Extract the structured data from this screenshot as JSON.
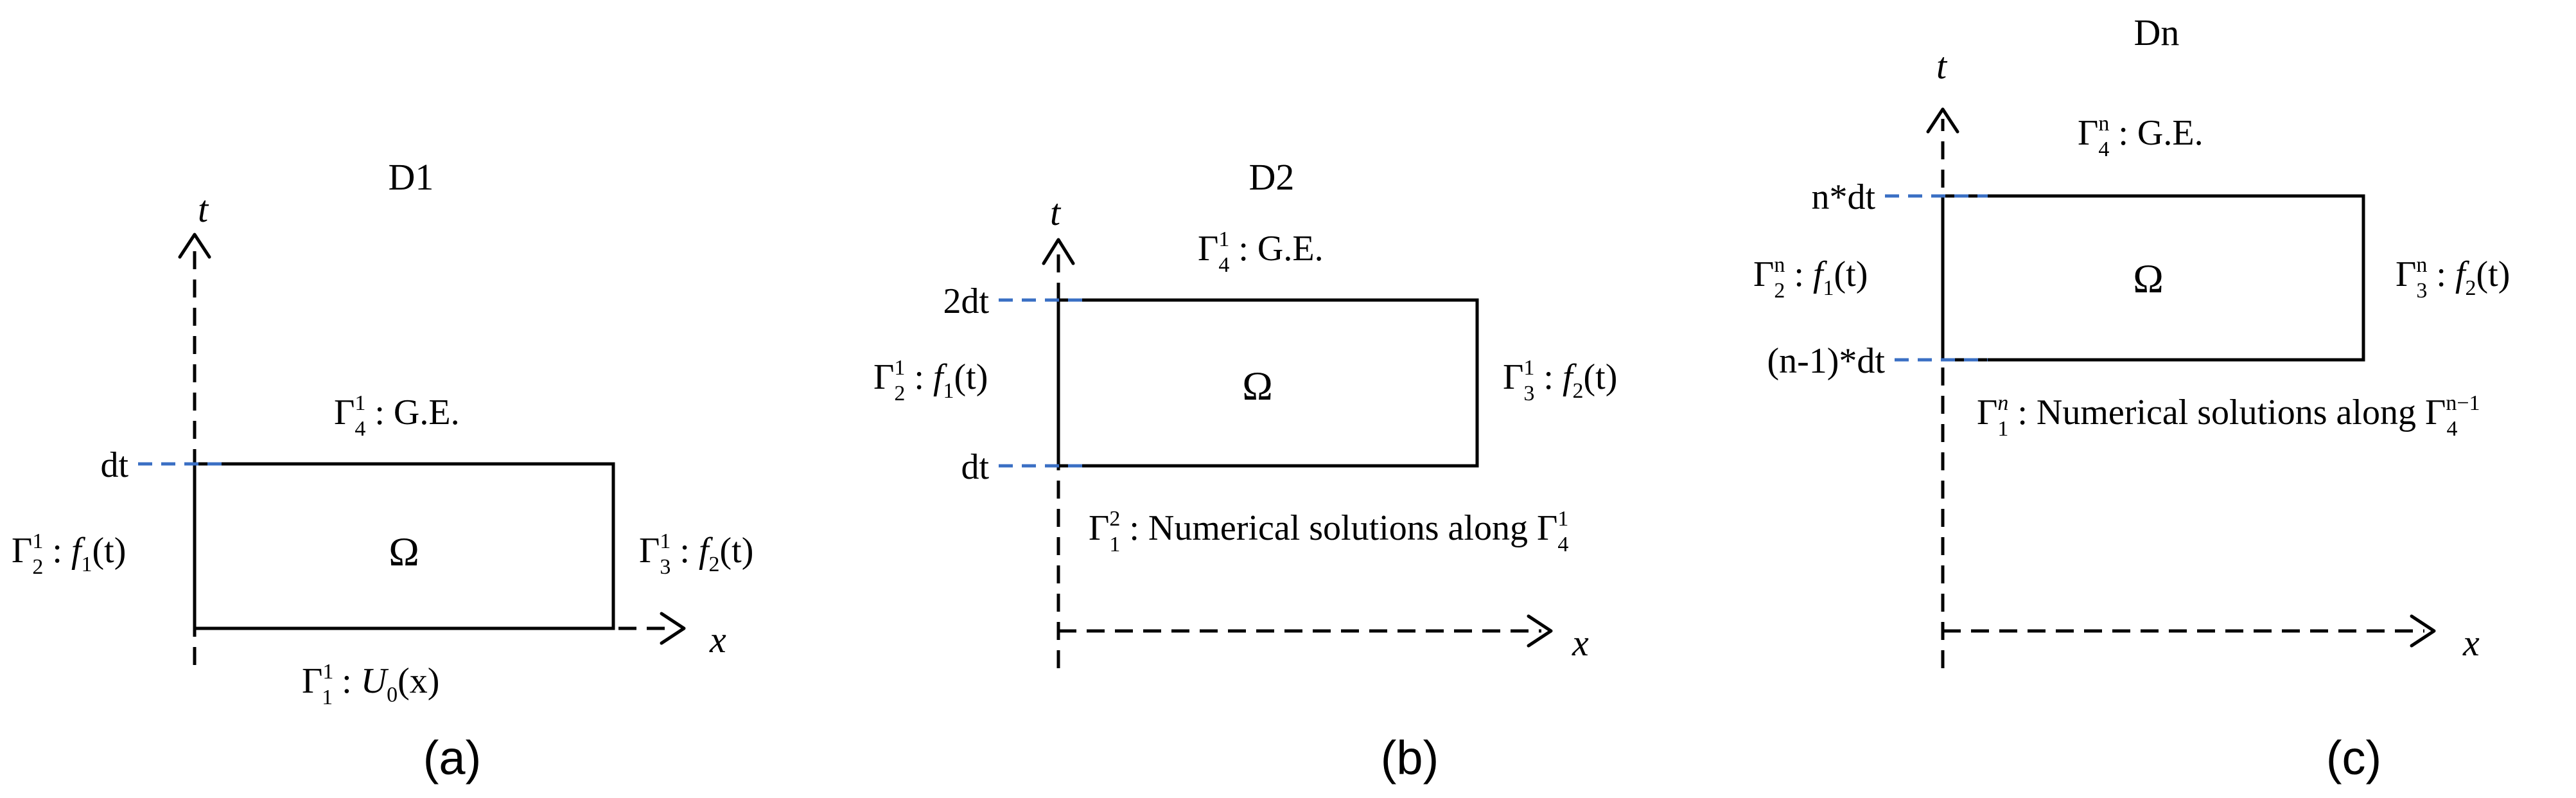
{
  "panels": [
    {
      "id": "a",
      "title": "D1",
      "panel_label": "(a)",
      "x_axis": "x",
      "t_axis": "t",
      "top_tick": "dt",
      "domain": "Ω",
      "gamma_top": {
        "sym": "Γ",
        "sup": "1",
        "sub": "4",
        "text": " : G.E."
      },
      "gamma_left": {
        "sym": "Γ",
        "sup": "1",
        "sub": "2",
        "text": " : ",
        "func": "f",
        "fsub": "1",
        "arg": "(t)"
      },
      "gamma_right": {
        "sym": "Γ",
        "sup": "1",
        "sub": "3",
        "text": " : ",
        "func": "f",
        "fsub": "2",
        "arg": "(t)"
      },
      "gamma_bottom": {
        "sym": "Γ",
        "sup": "1",
        "sub": "1",
        "text": " : ",
        "func": "U",
        "fsub": "0",
        "arg": "(x)"
      }
    },
    {
      "id": "b",
      "title": "D2",
      "panel_label": "(b)",
      "x_axis": "x",
      "t_axis": "t",
      "top_tick": "2dt",
      "bottom_tick": "dt",
      "domain": "Ω",
      "gamma_top": {
        "sym": "Γ",
        "sup": "1",
        "sub": "4",
        "text": " : G.E."
      },
      "gamma_left": {
        "sym": "Γ",
        "sup": "1",
        "sub": "2",
        "text": " : ",
        "func": "f",
        "fsub": "1",
        "arg": "(t)"
      },
      "gamma_right": {
        "sym": "Γ",
        "sup": "1",
        "sub": "3",
        "text": " : ",
        "func": "f",
        "fsub": "2",
        "arg": "(t)"
      },
      "gamma_bottom": {
        "sym": "Γ",
        "sup": "2",
        "sub": "1",
        "text": " : Numerical solutions along ",
        "sym2": "Γ",
        "sup2": "1",
        "sub2": "4"
      }
    },
    {
      "id": "c",
      "title": "Dn",
      "panel_label": "(c)",
      "x_axis": "x",
      "t_axis": "t",
      "top_tick": "n*dt",
      "bottom_tick": "(n-1)*dt",
      "domain": "Ω",
      "gamma_top": {
        "sym": "Γ",
        "sup": "n",
        "sub": "4",
        "text": " : G.E."
      },
      "gamma_left": {
        "sym": "Γ",
        "sup": "n",
        "sub": "2",
        "text": " : ",
        "func": "f",
        "fsub": "1",
        "arg": "(t)"
      },
      "gamma_right": {
        "sym": "Γ",
        "sup": "n",
        "sub": "3",
        "text": " : ",
        "func": "f",
        "fsub": "2",
        "arg": "(t)"
      },
      "gamma_bottom": {
        "sym": "Γ",
        "sup": "n",
        "sub": "1",
        "text": "  : Numerical solutions along ",
        "sym2": "Γ",
        "sup2": "n−1",
        "sub2": "4"
      }
    }
  ]
}
